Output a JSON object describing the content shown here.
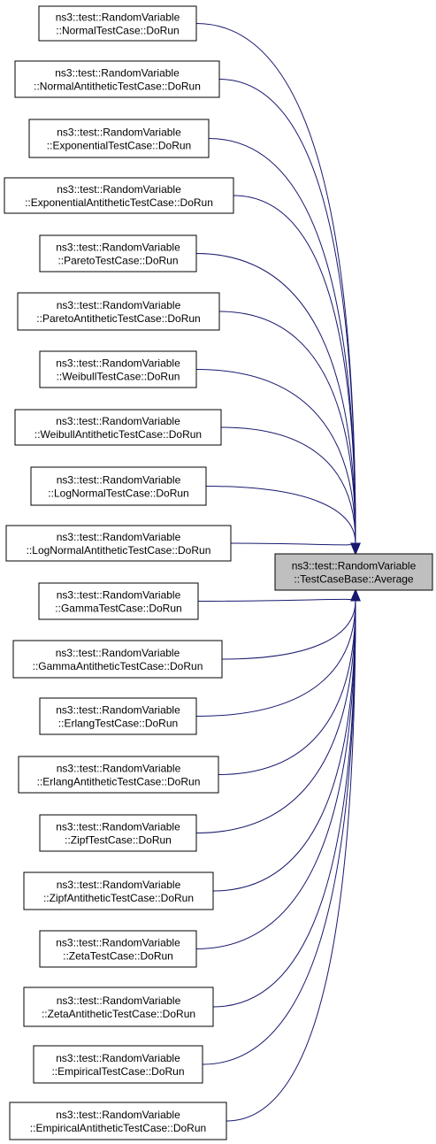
{
  "diagram": {
    "target": {
      "line1": "ns3::test::RandomVariable",
      "line2": "::TestCaseBase::Average"
    },
    "callers": [
      {
        "line1": "ns3::test::RandomVariable",
        "line2": "::NormalTestCase::DoRun"
      },
      {
        "line1": "ns3::test::RandomVariable",
        "line2": "::NormalAntitheticTestCase::DoRun"
      },
      {
        "line1": "ns3::test::RandomVariable",
        "line2": "::ExponentialTestCase::DoRun"
      },
      {
        "line1": "ns3::test::RandomVariable",
        "line2": "::ExponentialAntitheticTestCase::DoRun"
      },
      {
        "line1": "ns3::test::RandomVariable",
        "line2": "::ParetoTestCase::DoRun"
      },
      {
        "line1": "ns3::test::RandomVariable",
        "line2": "::ParetoAntitheticTestCase::DoRun"
      },
      {
        "line1": "ns3::test::RandomVariable",
        "line2": "::WeibullTestCase::DoRun"
      },
      {
        "line1": "ns3::test::RandomVariable",
        "line2": "::WeibullAntitheticTestCase::DoRun"
      },
      {
        "line1": "ns3::test::RandomVariable",
        "line2": "::LogNormalTestCase::DoRun"
      },
      {
        "line1": "ns3::test::RandomVariable",
        "line2": "::LogNormalAntitheticTestCase::DoRun"
      },
      {
        "line1": "ns3::test::RandomVariable",
        "line2": "::GammaTestCase::DoRun"
      },
      {
        "line1": "ns3::test::RandomVariable",
        "line2": "::GammaAntitheticTestCase::DoRun"
      },
      {
        "line1": "ns3::test::RandomVariable",
        "line2": "::ErlangTestCase::DoRun"
      },
      {
        "line1": "ns3::test::RandomVariable",
        "line2": "::ErlangAntitheticTestCase::DoRun"
      },
      {
        "line1": "ns3::test::RandomVariable",
        "line2": "::ZipfTestCase::DoRun"
      },
      {
        "line1": "ns3::test::RandomVariable",
        "line2": "::ZipfAntitheticTestCase::DoRun"
      },
      {
        "line1": "ns3::test::RandomVariable",
        "line2": "::ZetaTestCase::DoRun"
      },
      {
        "line1": "ns3::test::RandomVariable",
        "line2": "::ZetaAntitheticTestCase::DoRun"
      },
      {
        "line1": "ns3::test::RandomVariable",
        "line2": "::EmpiricalTestCase::DoRun"
      },
      {
        "line1": "ns3::test::RandomVariable",
        "line2": "::EmpiricalAntitheticTestCase::DoRun"
      }
    ]
  },
  "colors": {
    "edge": "#191970",
    "target_fill": "#bfbfbf",
    "node_fill": "#ffffff",
    "node_stroke": "#000000"
  }
}
